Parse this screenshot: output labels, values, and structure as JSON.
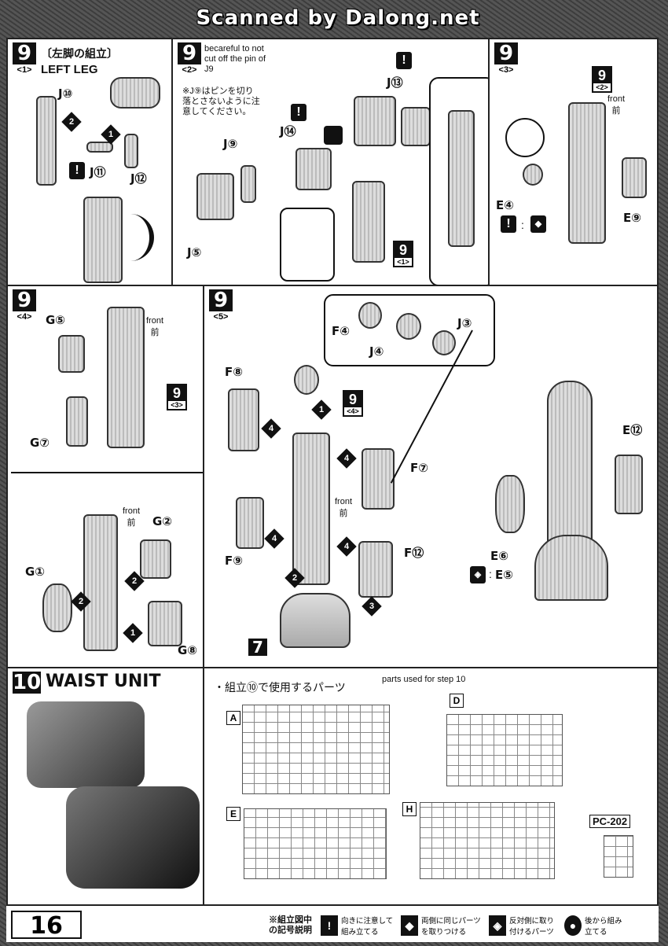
{
  "banner": "Scanned by Dalong.net",
  "step9_1": {
    "num": "9",
    "sub": "<1>",
    "title_jp": "〔左脚の組立〕",
    "title_en": "LEFT LEG",
    "labels": [
      "J⑩",
      "J⑪",
      "J⑫"
    ],
    "arrows": [
      "2",
      "1"
    ],
    "warn": "!"
  },
  "step9_2": {
    "num": "9",
    "sub": "<2>",
    "note_en": "becareful to not cut off the pin of J9",
    "note_jp": "※J⑨はピンを切り落とさないように注意してください。",
    "labels": [
      "J⑨",
      "J⑤",
      "J⑬",
      "J⑭"
    ],
    "warn": "!",
    "ref": "9",
    "ref_sub": "<1>"
  },
  "step9_3": {
    "num": "9",
    "sub": "<3>",
    "ref": "9",
    "ref_sub": "<2>",
    "front_en": "front",
    "front_jp": "前",
    "labels": [
      "E④",
      "E⑨"
    ],
    "warn": "!",
    "pair": ":"
  },
  "step9_4": {
    "num": "9",
    "sub": "<4>",
    "ref": "9",
    "ref_sub": "<3>",
    "front_en": "front",
    "front_jp": "前",
    "labels": [
      "G⑤",
      "G⑦",
      "G②",
      "G①",
      "G⑧"
    ],
    "arrows": [
      "2",
      "2",
      "1"
    ]
  },
  "step9_5": {
    "num": "9",
    "sub": "<5>",
    "ref": "9",
    "ref_sub": "<4>",
    "front_en": "front",
    "front_jp": "前",
    "labels": [
      "F④",
      "J④",
      "J③",
      "F⑧",
      "F⑦",
      "F⑨",
      "F⑫",
      "E⑫",
      "E⑥",
      "E⑤"
    ],
    "arrows": [
      "1",
      "4",
      "4",
      "4",
      "4",
      "2",
      "3"
    ],
    "base": "7",
    "mirror": ":"
  },
  "step10": {
    "num": "10",
    "title": "WAIST UNIT",
    "parts_jp": "・組立⑩で使用するパーツ",
    "parts_en": "parts used for step 10",
    "runners": [
      "A",
      "D",
      "E",
      "H"
    ],
    "pc": "PC-202"
  },
  "legend": {
    "head": "※組立図中の記号説明",
    "items": [
      {
        "icon": "!",
        "text": "向きに注意して組み立てる"
      },
      {
        "icon": "◆",
        "text": "両側に同じパーツを取りつける"
      },
      {
        "icon": "◈",
        "text": "反対側に取り付けるパーツ"
      },
      {
        "icon": "●",
        "text": "後から組み立てる"
      }
    ]
  },
  "page_number": "16"
}
